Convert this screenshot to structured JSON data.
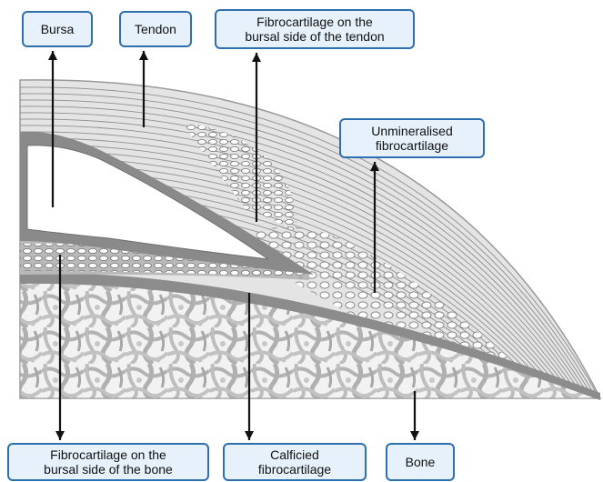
{
  "labels": {
    "bursa": [
      "Bursa"
    ],
    "tendon": [
      "Tendon"
    ],
    "fibro_tendon": [
      "Fibrocartilage on the",
      "bursal side of the tendon"
    ],
    "unmineralised": [
      "Unmineralised",
      "fibrocartilage"
    ],
    "fibro_bone": [
      "Fibrocartilage on the",
      "bursal side of the bone"
    ],
    "calcified": [
      "Calficied",
      "fibrocartilage"
    ],
    "bone": [
      "Bone"
    ]
  },
  "colors": {
    "box_fill": "#e6f1fb",
    "box_border": "#2f6fad",
    "tendon_fill": "#e4e4e4",
    "bursa_wall": "#8a8a8a",
    "bone_fill": "#d4d4d4",
    "arrow": "#111111"
  }
}
